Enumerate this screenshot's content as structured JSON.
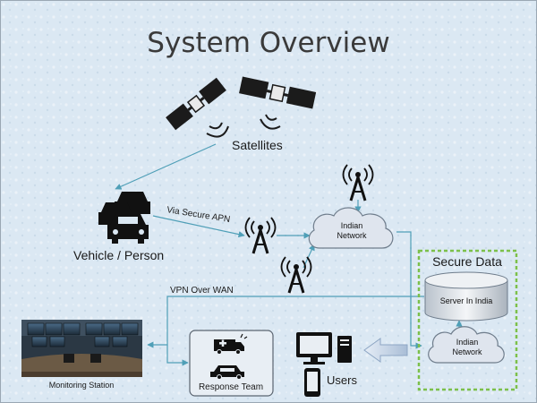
{
  "title": "System Overview",
  "labels": {
    "satellites": "Satellites",
    "vehicle": "Vehicle / Person",
    "via_apn": "Via Secure APN",
    "indian_network": "Indian Network",
    "secure_data": "Secure Data",
    "server": "Server In India",
    "vpn": "VPN Over WAN",
    "monitoring": "Monitoring Station",
    "response": "Response Team",
    "users": "Users"
  },
  "colors": {
    "background": "#dbe8f3",
    "connector": "#4f9fb7",
    "secure_border": "#7cc04a",
    "cloud": "#dfe5ee",
    "title": "#3a3a3a"
  }
}
